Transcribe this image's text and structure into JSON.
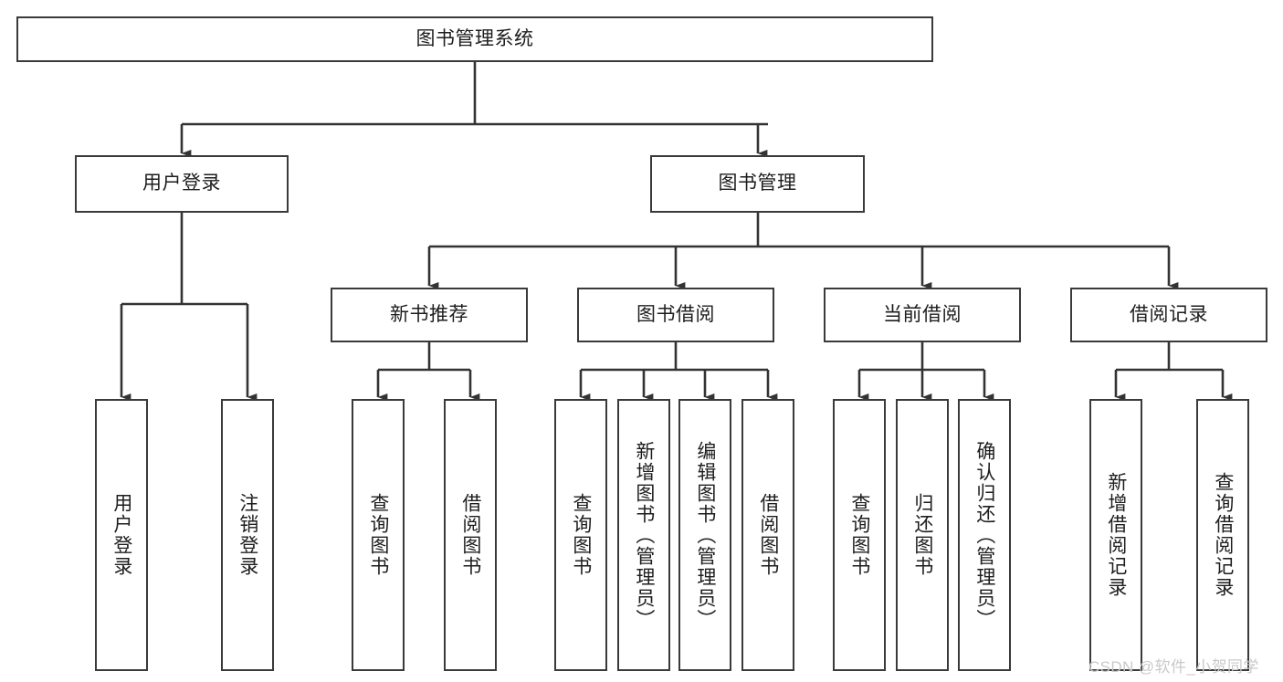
{
  "diagram": {
    "title": "图书管理系统",
    "type": "hierarchy-tree",
    "watermark": "CSDN @软件_小贺同学",
    "colors": {
      "box_border": "#3a3a3a",
      "box_fill": "#ffffff",
      "connector": "#333333",
      "text": "#1d1d1d",
      "watermark": "#c9c9c9",
      "background": "#ffffff"
    },
    "nodes": {
      "root": {
        "label": "图书管理系统"
      },
      "level2": [
        {
          "id": "user-login",
          "label": "用户登录"
        },
        {
          "id": "book-management",
          "label": "图书管理"
        }
      ],
      "level3": [
        {
          "id": "new-book-recommendation",
          "label": "新书推荐"
        },
        {
          "id": "book-borrow",
          "label": "图书借阅"
        },
        {
          "id": "current-borrow",
          "label": "当前借阅"
        },
        {
          "id": "borrow-record",
          "label": "借阅记录"
        }
      ],
      "leaves": {
        "user_login": [
          {
            "id": "leaf-user-login",
            "label": "用户登录"
          },
          {
            "id": "leaf-logout",
            "label": "注销登录"
          }
        ],
        "new_book_recommendation": [
          {
            "id": "leaf-query-book-1",
            "label": "查询图书"
          },
          {
            "id": "leaf-borrow-book-1",
            "label": "借阅图书"
          }
        ],
        "book_borrow": [
          {
            "id": "leaf-query-book-2",
            "label": "查询图书"
          },
          {
            "id": "leaf-add-book",
            "label": "新增图书（管理员）"
          },
          {
            "id": "leaf-edit-book",
            "label": "编辑图书（管理员）"
          },
          {
            "id": "leaf-borrow-book-2",
            "label": "借阅图书"
          }
        ],
        "current_borrow": [
          {
            "id": "leaf-query-book-3",
            "label": "查询图书"
          },
          {
            "id": "leaf-return-book",
            "label": "归还图书"
          },
          {
            "id": "leaf-confirm-return",
            "label": "确认归还（管理员）"
          }
        ],
        "borrow_record": [
          {
            "id": "leaf-add-record",
            "label": "新增借阅记录"
          },
          {
            "id": "leaf-query-record",
            "label": "查询借阅记录"
          }
        ]
      }
    }
  }
}
